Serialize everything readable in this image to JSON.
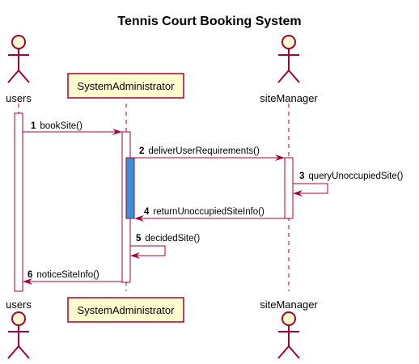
{
  "diagram": {
    "title": "Tennis Court Booking System",
    "participants": {
      "users": "users",
      "admin": "SystemAdministrator",
      "site": "siteManager"
    },
    "messages": [
      {
        "num": "1",
        "text": "bookSite()"
      },
      {
        "num": "2",
        "text": "deliverUserRequirements()"
      },
      {
        "num": "3",
        "text": "queryUnoccupiedSite()"
      },
      {
        "num": "4",
        "text": "returnUnoccupiedSiteInfo()"
      },
      {
        "num": "5",
        "text": "decidedSite()"
      },
      {
        "num": "6",
        "text": "noticeSiteInfo()"
      }
    ],
    "colors": {
      "line": "#A80036",
      "participant_fill": "#FEFECE",
      "highlight_activation": "#3A8FD8"
    }
  }
}
